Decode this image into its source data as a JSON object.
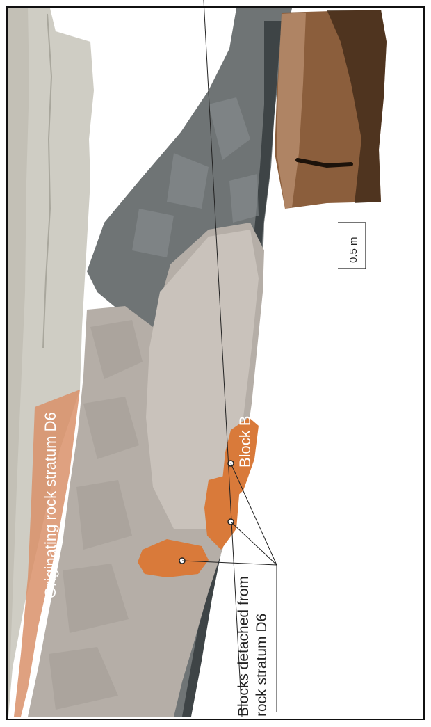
{
  "figure": {
    "labels": {
      "originating": "Originating rock stratum D6",
      "block_b": "Block B",
      "detached_line1": "Blocks detached from",
      "detached_line2": "rock stratum D6",
      "scale": "0.5 m"
    },
    "colors": {
      "background": "#ffffff",
      "frame": "#111111",
      "cliff": "#cfcdc4",
      "cliff_shadow": "#b7b5ab",
      "fallen_block": "#b5aea7",
      "block_light": "#c9c2bb",
      "dark_rock": "#6f7475",
      "dark_rock_deep": "#3e4446",
      "highlight_orange": "#d97a3a",
      "stratum_orange": "#d9916a",
      "photo_brown": "#8b5e3c",
      "photo_dark": "#3b2716"
    }
  }
}
